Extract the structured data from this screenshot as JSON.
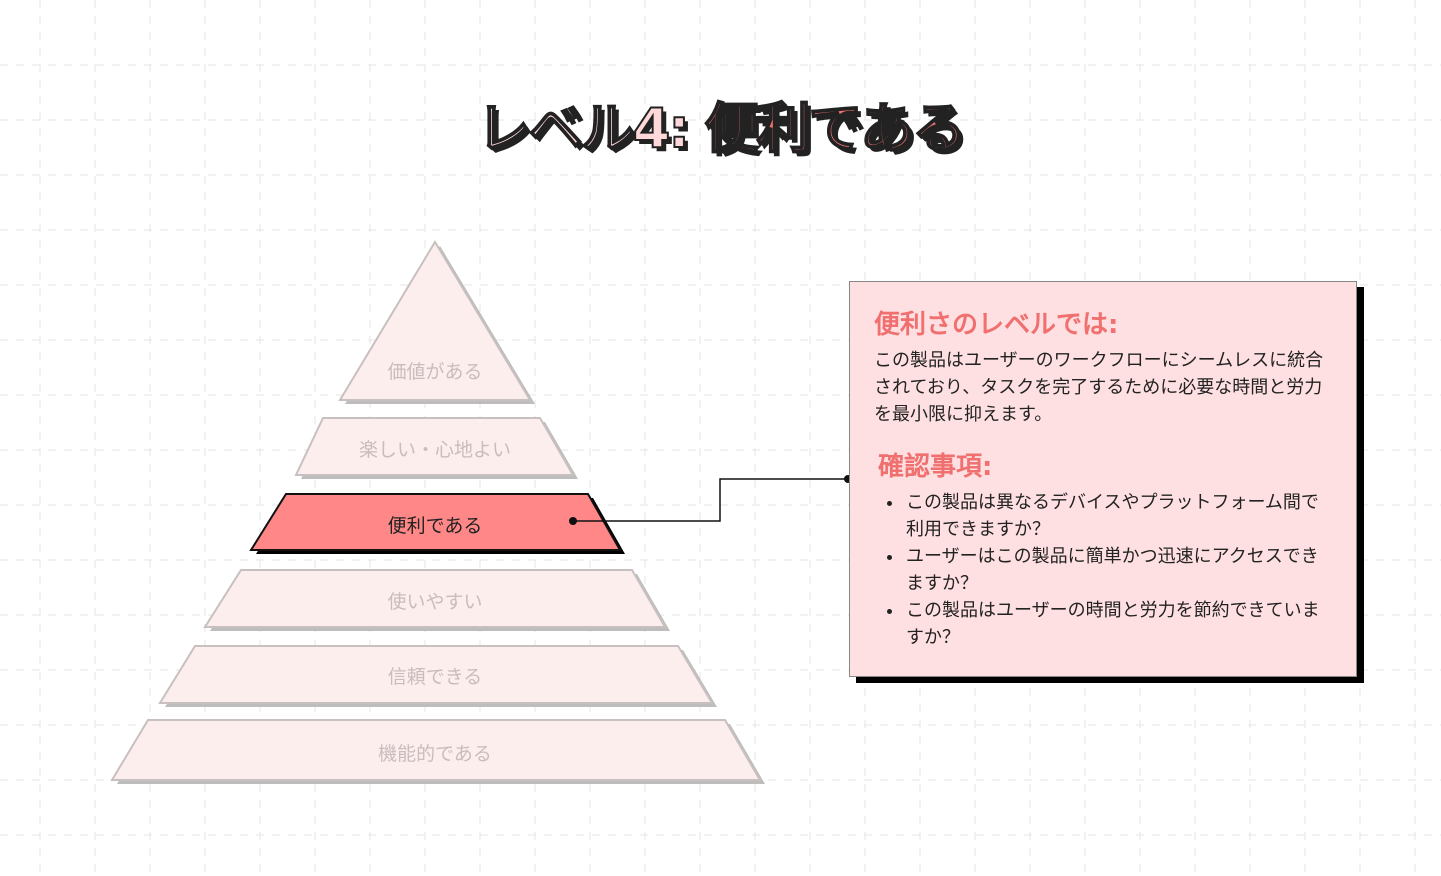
{
  "title": {
    "prefix": "レベル4:",
    "main": "便利である"
  },
  "pyramid": [
    {
      "label": "価値がある",
      "active": false
    },
    {
      "label": "楽しい・心地よい",
      "active": false
    },
    {
      "label": "便利である",
      "active": true
    },
    {
      "label": "使いやすい",
      "active": false
    },
    {
      "label": "信頼できる",
      "active": false
    },
    {
      "label": "機能的である",
      "active": false
    }
  ],
  "colors": {
    "accent": "#f07070",
    "active_fill": "#ff8787",
    "inactive_fill": "#fdeeee",
    "box_bg": "#ffe0e2"
  },
  "info": {
    "heading1": "便利さのレベルでは:",
    "body": "この製品はユーザーのワークフローにシームレスに統合されており、タスクを完了するために必要な時間と労力を最小限に抑えます。",
    "heading2": "確認事項:",
    "items": [
      "この製品は異なるデバイスやプラットフォーム間で利用できますか？",
      "ユーザーはこの製品に簡単かつ迅速にアクセスできますか？",
      "この製品はユーザーの時間と労力を節約できていますか？"
    ]
  }
}
